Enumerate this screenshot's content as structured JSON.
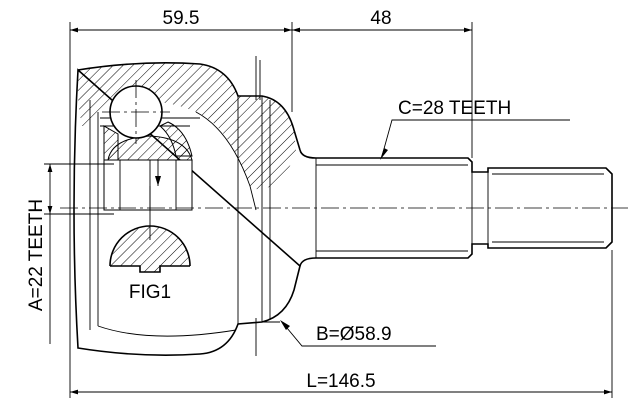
{
  "dimensions": {
    "joint_length": "59.5",
    "shaft_length": "48",
    "outer_spline": "C=28 TEETH",
    "inner_spline": "A=22 TEETH",
    "outer_diameter": "B=Ø58.9",
    "total_length": "L=146.5"
  },
  "figure_label": "FIG1"
}
